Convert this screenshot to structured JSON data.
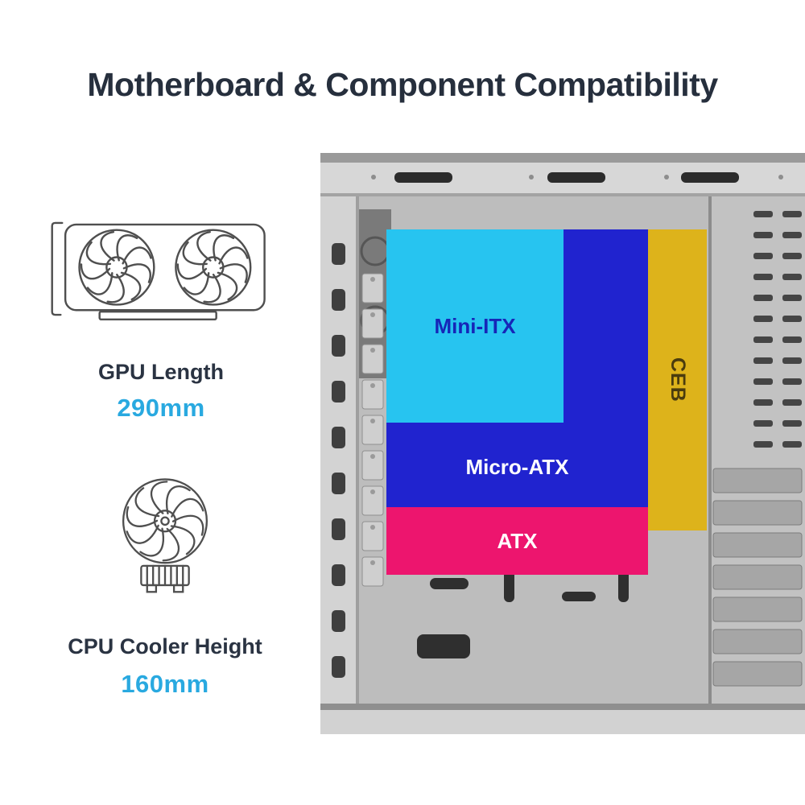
{
  "title": "Motherboard & Component Compatibility",
  "specs": {
    "gpu": {
      "label": "GPU Length",
      "value": "290mm"
    },
    "cpu": {
      "label": "CPU Cooler Height",
      "value": "160mm"
    }
  },
  "form_factors": {
    "mini_itx": {
      "label": "Mini-ITX",
      "color": "#27c4f0",
      "label_color": "#1626b8"
    },
    "micro_atx": {
      "label": "Micro-ATX",
      "color": "#2023cf",
      "label_color": "#ffffff"
    },
    "atx": {
      "label": "ATX",
      "color": "#ed156e",
      "label_color": "#ffffff"
    },
    "ceb": {
      "label": "CEB",
      "color": "#ddb31b",
      "label_color": "#4a3c0e"
    }
  },
  "colors": {
    "title_text": "#262f3d",
    "accent_value": "#29a9e0",
    "case_body": "#cdcdcd",
    "case_interior": "#bdbdbd"
  },
  "icons": {
    "gpu": "graphics-card-line-art",
    "cpu_cooler": "cpu-cooler-fan-line-art",
    "case": "pc-case-interior-photo"
  }
}
